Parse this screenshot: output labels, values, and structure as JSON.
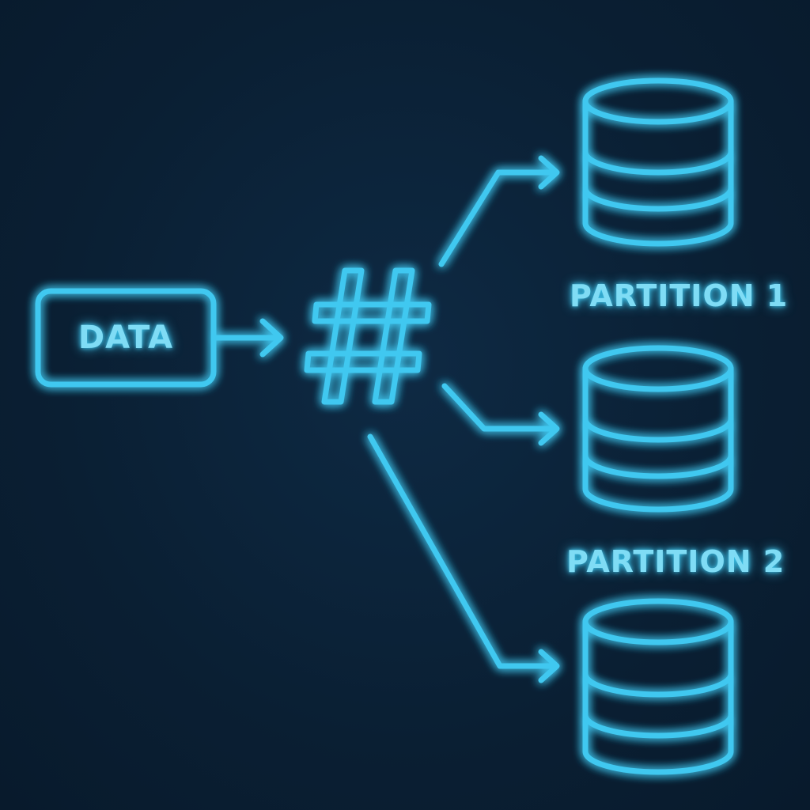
{
  "colors": {
    "background": "#0a1f33",
    "neon": "#3fc8f0",
    "label": "#7fdcf5"
  },
  "source": {
    "label": "DATA"
  },
  "hash": {
    "icon": "hash-icon"
  },
  "partitions": [
    {
      "label": "PARTITION 1",
      "icon": "database-icon"
    },
    {
      "label": "PARTITION 2",
      "icon": "database-icon"
    },
    {
      "label": "",
      "icon": "database-icon"
    }
  ]
}
